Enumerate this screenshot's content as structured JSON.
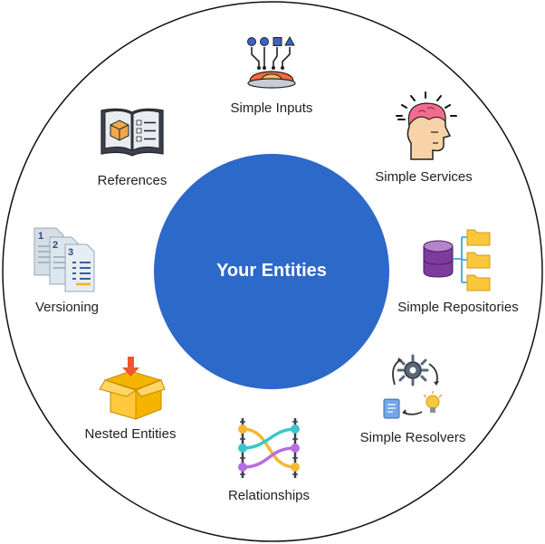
{
  "diagram": {
    "center_label": "Your Entities",
    "colors": {
      "outer_ring": "#111111",
      "center_fill": "#2c69c9",
      "center_text": "#ffffff"
    },
    "items": [
      {
        "id": "simple-inputs",
        "label": "Simple Inputs",
        "icon": "shapes-input-icon"
      },
      {
        "id": "simple-services",
        "label": "Simple Services",
        "icon": "thinking-head-icon"
      },
      {
        "id": "simple-repositories",
        "label": "Simple Repositories",
        "icon": "database-folders-icon"
      },
      {
        "id": "simple-resolvers",
        "label": "Simple Resolvers",
        "icon": "resolver-cycle-icon"
      },
      {
        "id": "relationships",
        "label": "Relationships",
        "icon": "relationship-lines-icon"
      },
      {
        "id": "nested-entities",
        "label": "Nested Entities",
        "icon": "box-arrow-icon"
      },
      {
        "id": "versioning",
        "label": "Versioning",
        "icon": "versioned-documents-icon"
      },
      {
        "id": "references",
        "label": "References",
        "icon": "reference-book-icon"
      }
    ]
  }
}
